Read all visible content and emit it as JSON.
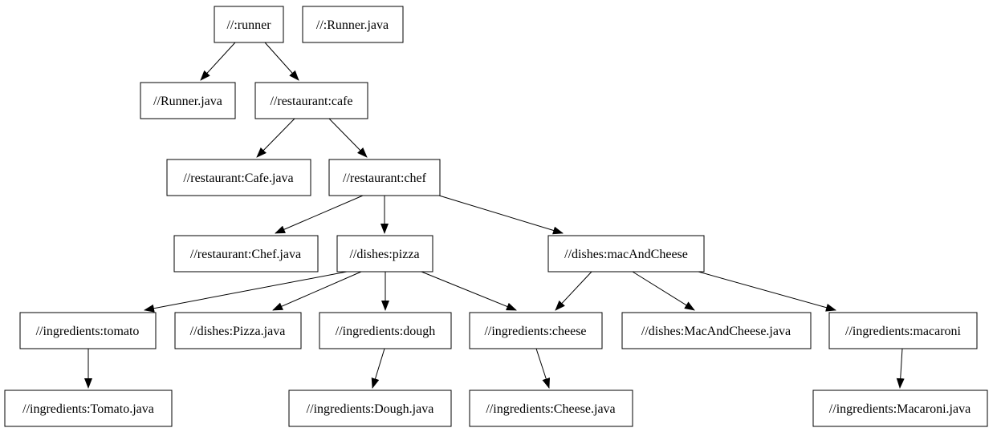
{
  "diagram": {
    "kind": "build-dependency-graph",
    "background_color": "#ffffff",
    "node_fill_color": "#ffffff",
    "node_border_color": "#000000",
    "edge_color": "#000000",
    "text_color": "#000000",
    "nodes": [
      {
        "id": "runner",
        "label": "//:runner"
      },
      {
        "id": "runner-java-root",
        "label": "//:Runner.java"
      },
      {
        "id": "runner-java",
        "label": "//Runner.java"
      },
      {
        "id": "cafe",
        "label": "//restaurant:cafe"
      },
      {
        "id": "cafe-java",
        "label": "//restaurant:Cafe.java"
      },
      {
        "id": "chef",
        "label": "//restaurant:chef"
      },
      {
        "id": "chef-java",
        "label": "//restaurant:Chef.java"
      },
      {
        "id": "pizza",
        "label": "//dishes:pizza"
      },
      {
        "id": "mac-and-cheese",
        "label": "//dishes:macAndCheese"
      },
      {
        "id": "tomato",
        "label": "//ingredients:tomato"
      },
      {
        "id": "pizza-java",
        "label": "//dishes:Pizza.java"
      },
      {
        "id": "dough",
        "label": "//ingredients:dough"
      },
      {
        "id": "cheese",
        "label": "//ingredients:cheese"
      },
      {
        "id": "mac-and-cheese-java",
        "label": "//dishes:MacAndCheese.java"
      },
      {
        "id": "macaroni",
        "label": "//ingredients:macaroni"
      },
      {
        "id": "tomato-java",
        "label": "//ingredients:Tomato.java"
      },
      {
        "id": "dough-java",
        "label": "//ingredients:Dough.java"
      },
      {
        "id": "cheese-java",
        "label": "//ingredients:Cheese.java"
      },
      {
        "id": "macaroni-java",
        "label": "//ingredients:Macaroni.java"
      }
    ],
    "edges": [
      {
        "from": "//:runner",
        "to": "//Runner.java"
      },
      {
        "from": "//:runner",
        "to": "//restaurant:cafe"
      },
      {
        "from": "//restaurant:cafe",
        "to": "//restaurant:Cafe.java"
      },
      {
        "from": "//restaurant:cafe",
        "to": "//restaurant:chef"
      },
      {
        "from": "//restaurant:chef",
        "to": "//restaurant:Chef.java"
      },
      {
        "from": "//restaurant:chef",
        "to": "//dishes:pizza"
      },
      {
        "from": "//restaurant:chef",
        "to": "//dishes:macAndCheese"
      },
      {
        "from": "//dishes:pizza",
        "to": "//ingredients:tomato"
      },
      {
        "from": "//dishes:pizza",
        "to": "//dishes:Pizza.java"
      },
      {
        "from": "//dishes:pizza",
        "to": "//ingredients:dough"
      },
      {
        "from": "//dishes:pizza",
        "to": "//ingredients:cheese"
      },
      {
        "from": "//dishes:macAndCheese",
        "to": "//ingredients:cheese"
      },
      {
        "from": "//dishes:macAndCheese",
        "to": "//dishes:MacAndCheese.java"
      },
      {
        "from": "//dishes:macAndCheese",
        "to": "//ingredients:macaroni"
      },
      {
        "from": "//ingredients:tomato",
        "to": "//ingredients:Tomato.java"
      },
      {
        "from": "//ingredients:dough",
        "to": "//ingredients:Dough.java"
      },
      {
        "from": "//ingredients:cheese",
        "to": "//ingredients:Cheese.java"
      },
      {
        "from": "//ingredients:macaroni",
        "to": "//ingredients:Macaroni.java"
      }
    ]
  }
}
